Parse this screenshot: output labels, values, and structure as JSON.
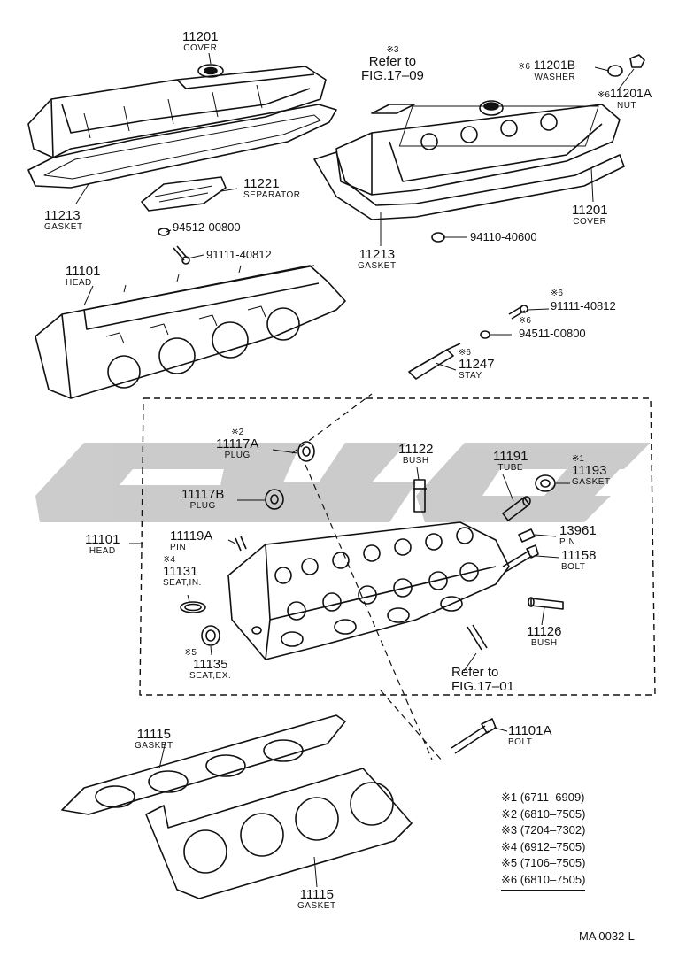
{
  "labels": {
    "cover_top": {
      "part": "11201",
      "name": "COVER"
    },
    "gasket_top": {
      "part": "11213",
      "name": "GASKET"
    },
    "separator": {
      "part": "11221",
      "name": "SEPARATOR"
    },
    "nut_94512": {
      "part": "94512-00800"
    },
    "bolt_91111a": {
      "part": "91111-40812"
    },
    "head_top": {
      "part": "11101",
      "name": "HEAD"
    },
    "ref_1709": {
      "mark": "※3",
      "text1": "Refer to",
      "text2": "FIG.17–09"
    },
    "washer": {
      "mark": "※6",
      "part": "11201B",
      "name": "WASHER"
    },
    "nut": {
      "mark": "※6",
      "part": "11201A",
      "name": "NUT"
    },
    "cover_right": {
      "part": "11201",
      "name": "COVER"
    },
    "gasket_right": {
      "part": "11213",
      "name": "GASKET"
    },
    "nut_94110": {
      "part": "94110-40600"
    },
    "bolt_91111b": {
      "mark": "※6",
      "part": "91111-40812"
    },
    "washer_94511": {
      "mark": "※6",
      "part": "94511-00800"
    },
    "stay": {
      "mark": "※6",
      "part": "11247",
      "name": "STAY"
    },
    "plug_a": {
      "mark": "※2",
      "part": "11117A",
      "name": "PLUG"
    },
    "bush_122": {
      "part": "11122",
      "name": "BUSH"
    },
    "tube": {
      "part": "11191",
      "name": "TUBE"
    },
    "gasket_193": {
      "mark": "※1",
      "part": "11193",
      "name": "GASKET"
    },
    "plug_b": {
      "part": "11117B",
      "name": "PLUG"
    },
    "pin_13961": {
      "part": "13961",
      "name": "PIN"
    },
    "head_mid": {
      "part": "11101",
      "name": "HEAD"
    },
    "pin_119": {
      "part": "11119A",
      "name": "PIN"
    },
    "bolt_158": {
      "part": "11158",
      "name": "BOLT"
    },
    "seat_in": {
      "mark": "※4",
      "part": "11131",
      "name": "SEAT,IN."
    },
    "bush_126": {
      "part": "11126",
      "name": "BUSH"
    },
    "seat_ex": {
      "mark": "※5",
      "part": "11135",
      "name": "SEAT,EX."
    },
    "ref_1701": {
      "text1": "Refer to",
      "text2": "FIG.17–01"
    },
    "gasket_115a": {
      "part": "11115",
      "name": "GASKET"
    },
    "bolt_101a": {
      "part": "11101A",
      "name": "BOLT"
    },
    "gasket_115b": {
      "part": "11115",
      "name": "GASKET"
    }
  },
  "legend": [
    "※1 (6711–6909)",
    "※2 (6810–7505)",
    "※3 (7204–7302)",
    "※4 (6912–7505)",
    "※5 (7106–7505)",
    "※6 (6810–7505)"
  ],
  "diagram_code": "MA 0032-L",
  "colors": {
    "line": "#111111",
    "watermark": "#c8c8c8"
  }
}
